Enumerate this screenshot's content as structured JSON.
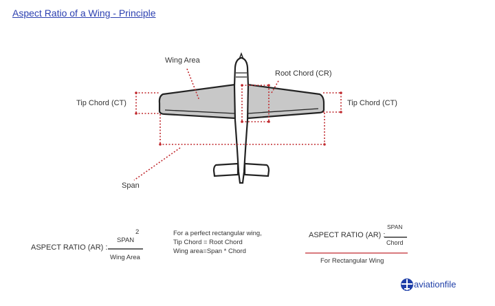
{
  "title": "Aspect Ratio of a Wing - Principle",
  "labels": {
    "wing_area": "Wing Area",
    "root_chord": "Root Chord (CR)",
    "tip_chord_left": "Tip Chord (CT)",
    "tip_chord_right": "Tip Chord (CT)",
    "span": "Span"
  },
  "formula_general": {
    "label": "ASPECT RATIO (AR) :",
    "numerator": "SPAN",
    "exponent": "2",
    "denominator": "Wing Area"
  },
  "note": {
    "line1": "For a perfect rectangular wing,",
    "line2": "Tip Chord = Root Chord",
    "line3": "Wing area=Span * Chord"
  },
  "formula_rect": {
    "label": "ASPECT RATIO (AR) :",
    "numerator": "SPAN",
    "denominator": "Chord",
    "caption": "For Rectangular Wing"
  },
  "logo": {
    "text": "aviationfile",
    "color": "#1f3fa8"
  },
  "colors": {
    "dims": "#c0282d",
    "wing_fill": "#c8c8c8",
    "title": "#2b3fb0"
  }
}
